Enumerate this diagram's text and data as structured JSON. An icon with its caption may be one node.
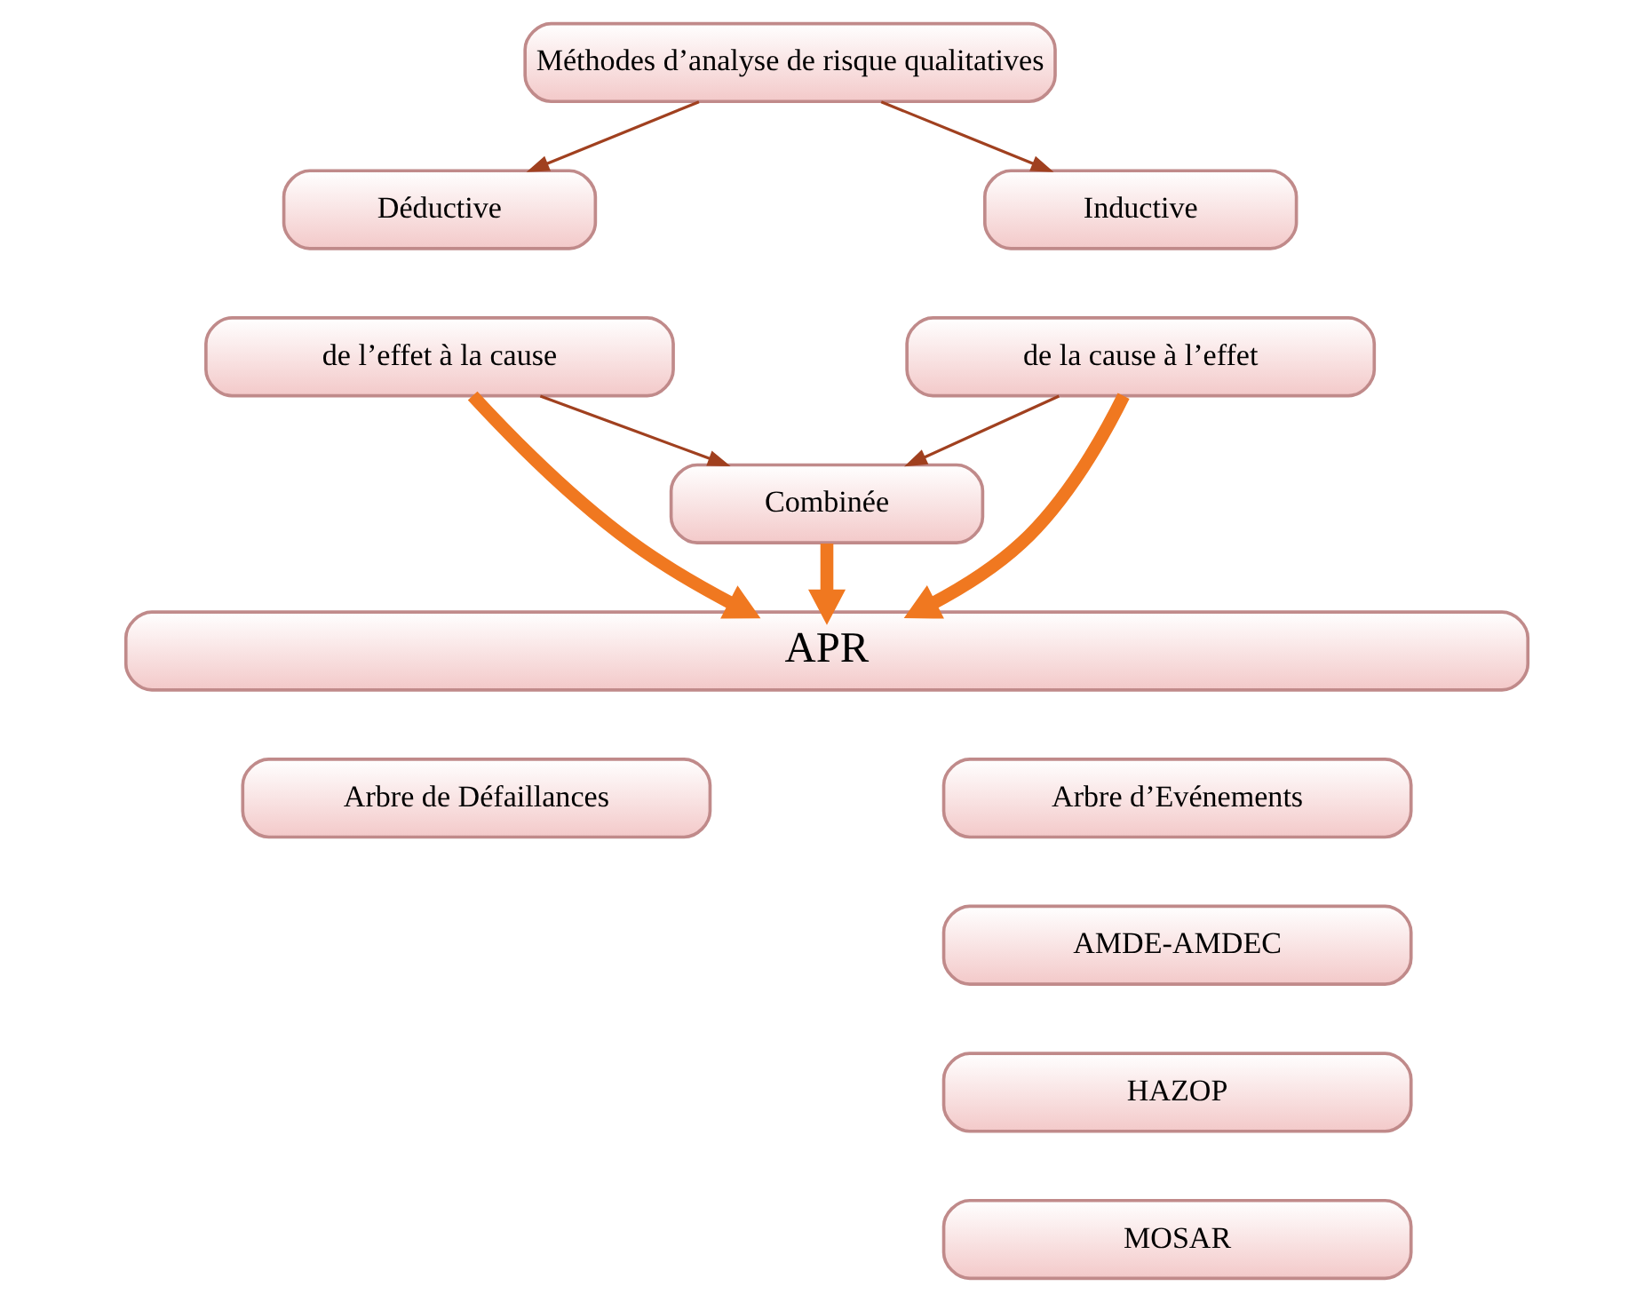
{
  "diagram": {
    "nodes": [
      {
        "text": [
          "Méthodes d’analyse de risque qualitatives"
        ]
      },
      {
        "text": [
          "Déductive"
        ]
      },
      {
        "text": [
          "de l’effet à la cause"
        ]
      },
      {
        "text": [
          "Inductive"
        ]
      },
      {
        "text": [
          "de la cause à l’effet"
        ]
      },
      {
        "text": [
          "Combinée"
        ]
      },
      {
        "text": [
          "APR"
        ]
      },
      {
        "text": [
          "Arbre de Défaillances"
        ]
      },
      {
        "text": [
          "Arbre d’Evénements"
        ]
      },
      {
        "text": [
          "AMDE-AMDEC"
        ]
      },
      {
        "text": [
          "HAZOP"
        ]
      },
      {
        "text": [
          "MOSAR"
        ]
      }
    ],
    "edges": [
      {
        "from": 0,
        "to": 1,
        "arrow": "to"
      },
      {
        "from": 0,
        "to": 3,
        "arrow": "to"
      },
      {
        "from": 2,
        "to": 5,
        "arrow": "to"
      },
      {
        "from": 4,
        "to": 5,
        "arrow": "to"
      },
      {
        "from": 2,
        "to": 6,
        "arrow": "to",
        "style": "thick",
        "color": "#f07820"
      },
      {
        "from": 5,
        "to": 6,
        "arrow": "to",
        "style": "thick",
        "color": "#f07820"
      },
      {
        "from": 4,
        "to": 6,
        "arrow": "to",
        "style": "thick",
        "color": "#f07820"
      }
    ]
  }
}
